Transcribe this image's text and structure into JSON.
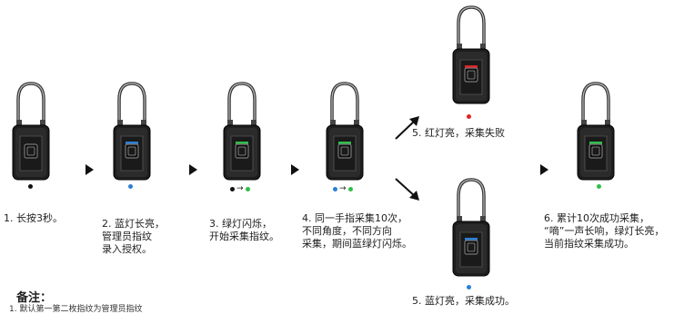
{
  "colors": {
    "black": "#111111",
    "blue": "#2a7fd4",
    "green": "#2fbf4a",
    "red": "#e02424"
  },
  "steps": [
    {
      "id": "s1",
      "caption": [
        "1. 长按3秒。"
      ],
      "indicator": [
        "black"
      ],
      "light": "none"
    },
    {
      "id": "s2",
      "caption": [
        "2. 蓝灯长亮，",
        "管理员指纹",
        "录入授权。"
      ],
      "indicator": [
        "blue"
      ],
      "light": "blue"
    },
    {
      "id": "s3",
      "caption": [
        "3. 绿灯闪烁，",
        "开始采集指纹。"
      ],
      "indicator": [
        "black",
        "green"
      ],
      "light": "green"
    },
    {
      "id": "s4",
      "caption": [
        "4. 同一手指采集10次，",
        "不同角度，不同方向",
        "采集，期间蓝绿灯闪烁。"
      ],
      "indicator": [
        "blue",
        "green"
      ],
      "light": "green"
    },
    {
      "id": "s5a",
      "caption": [
        "5. 红灯亮，采集失败"
      ],
      "indicator": [
        "red"
      ],
      "light": "red"
    },
    {
      "id": "s5b",
      "caption": [
        "5. 蓝灯亮，采集成功。"
      ],
      "indicator": [
        "blue"
      ],
      "light": "blue"
    },
    {
      "id": "s6",
      "caption": [
        "6. 累计10次成功采集，",
        "“嘀”一声长响，绿灯长亮，",
        "当前指纹采集成功。"
      ],
      "indicator": [
        "green"
      ],
      "light": "green"
    }
  ],
  "notes": {
    "title": "备注：",
    "text": "1. 默认第一第二枚指纹为管理员指纹"
  }
}
